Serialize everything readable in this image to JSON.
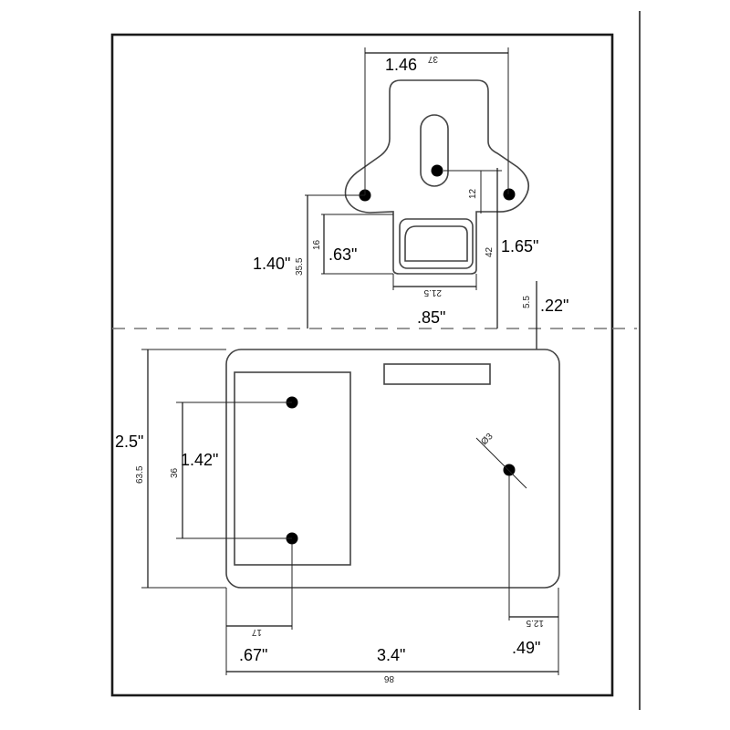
{
  "dimensions": {
    "top_width_in": "1.46",
    "top_width_mm": "37",
    "hole_offset_mm": "12",
    "left_height_in": "1.40\"",
    "left_height_mm": "35.5",
    "slot_height_in": ".63\"",
    "slot_height_mm": "16",
    "right_height_in": "1.65\"",
    "right_height_mm": "42",
    "slot_width_mm": "21.5",
    "slot_width_in": ".85\"",
    "gap_mm": "5.5",
    "gap_in": ".22\"",
    "plate_height_in": "2.5\"",
    "plate_height_mm": "63.5",
    "hole_spacing_in": "1.42\"",
    "hole_spacing_mm": "36",
    "hole_left_mm": "17",
    "hole_left_in": ".67\"",
    "hole_right_mm": "12.5",
    "hole_right_in": ".49\"",
    "plate_width_in": "3.4\"",
    "plate_width_mm": "86",
    "diameter_mm": "Ø3"
  },
  "colors": {
    "line": "#111111",
    "part_outline": "#444444",
    "frame": "#1a1a1a",
    "holes": "#000000",
    "background": "#ffffff"
  }
}
